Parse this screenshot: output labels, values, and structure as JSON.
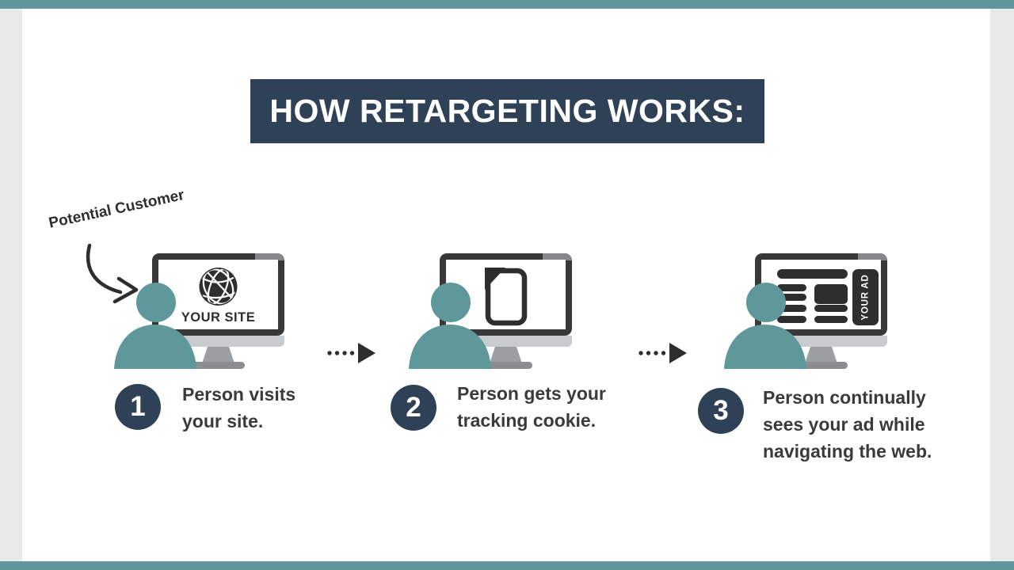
{
  "header": {
    "title": "HOW RETARGETING WORKS:"
  },
  "annotation": {
    "label": "Potential Customer"
  },
  "steps": [
    {
      "number": "1",
      "lines": [
        "Person visits",
        "your site."
      ],
      "screen_text": "YOUR SITE"
    },
    {
      "number": "2",
      "lines": [
        "Person gets your",
        "tracking cookie."
      ]
    },
    {
      "number": "3",
      "lines": [
        "Person continually",
        "sees your ad while",
        "navigating the web."
      ],
      "screen_text": "YOUR AD"
    }
  ],
  "colors": {
    "frame_teal": "#5F9499",
    "side_strip_gray": "#E9E9E9",
    "navy": "#2E4156",
    "person_teal": "#5F989B",
    "icon_dark": "#2E2E2E",
    "monitor_frame": "#383838",
    "monitor_chin": "#C9CCCE",
    "stand_gray": "#9B9FA1",
    "text_dark": "#3A3A3A"
  }
}
